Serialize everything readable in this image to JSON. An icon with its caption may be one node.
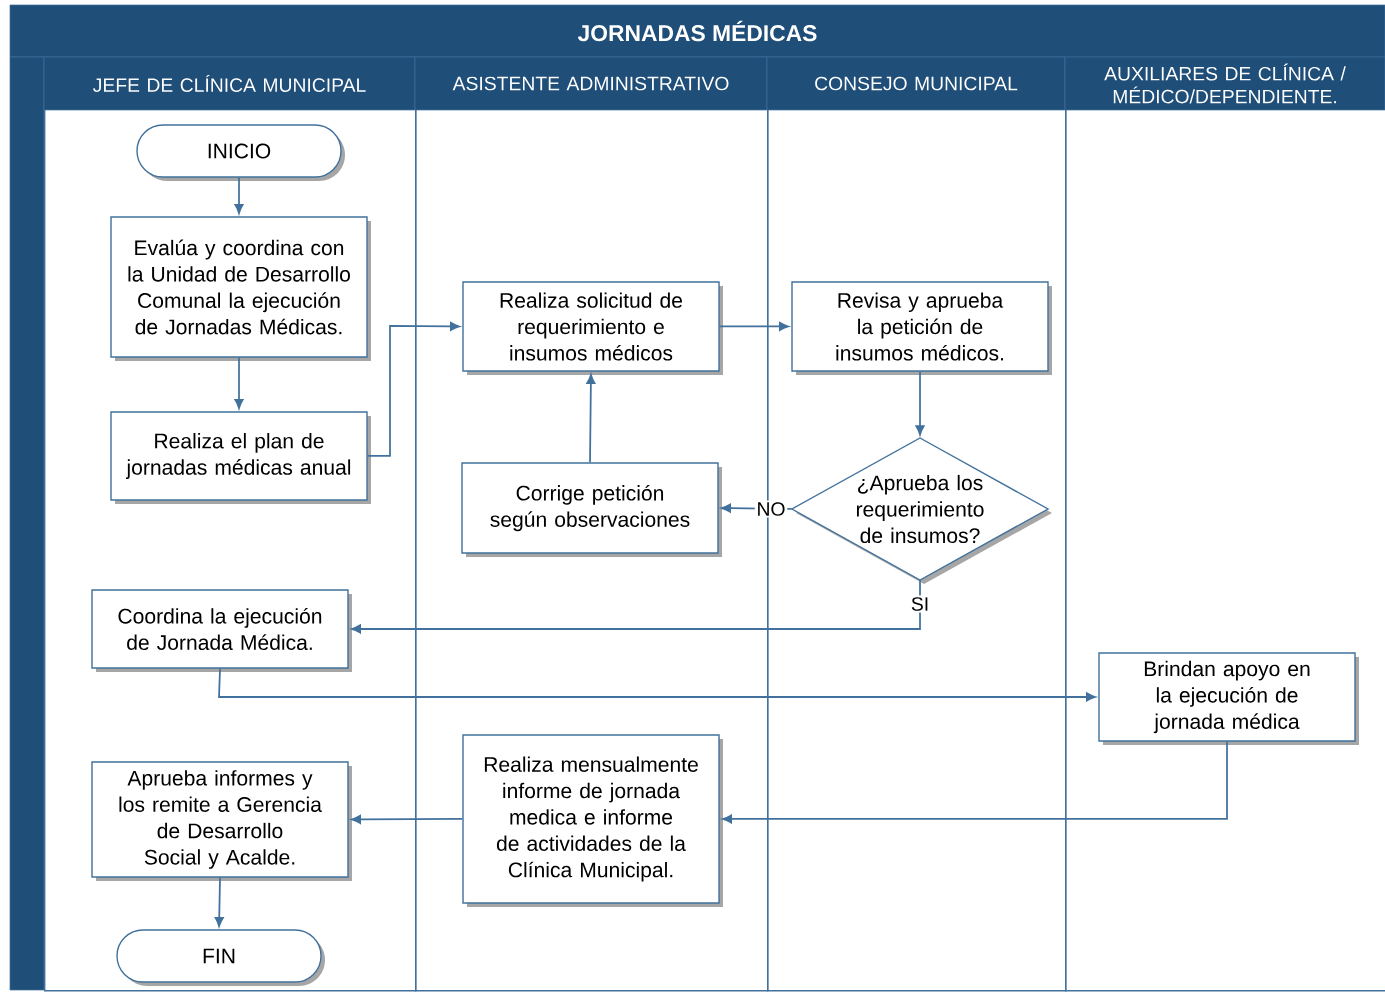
{
  "diagram": {
    "title": "JORNADAS MÉDICAS",
    "nodes": [
      {
        "text": [
          "JEFE DE CLÍNICA MUNICIPAL"
        ]
      },
      {
        "text": [
          "ASISTENTE ADMINISTRATIVO"
        ]
      },
      {
        "text": [
          "CONSEJO MUNICIPAL"
        ]
      },
      {
        "text": [
          "AUXILIARES DE CLÍNICA / MÉDICO/DEPENDIENTE."
        ]
      },
      {
        "text": [
          "INICIO"
        ],
        "in": 0
      },
      {
        "text": [
          "Evalúa y coordina con la Unidad de Desarrollo Comunal la ejecución de Jornadas Médicas."
        ],
        "in": 0
      },
      {
        "text": [
          "Realiza el plan de jornadas médicas anual"
        ],
        "in": 0
      },
      {
        "text": [
          "Realiza solicitud de requerimiento e insumos médicos"
        ],
        "in": 1
      },
      {
        "text": [
          "Corrige petición según observaciones"
        ],
        "in": 1
      },
      {
        "text": [
          "Revisa y aprueba la petición de insumos médicos."
        ],
        "in": 2
      },
      {
        "text": [
          "¿Aprueba los requerimiento de insumos?"
        ],
        "in": 2
      },
      {
        "text": [
          "Coordina la ejecución de Jornada Médica."
        ],
        "in": 0
      },
      {
        "text": [
          "Brindan apoyo en la ejecución de jornada médica"
        ],
        "in": 3
      },
      {
        "text": [
          "Aprueba informes y los remite a Gerencia de Desarrollo Social y Acalde."
        ],
        "in": 0
      },
      {
        "text": [
          "Realiza mensualmente informe de jornada medica e informe de actividades de la Clínica Municipal."
        ],
        "in": 1
      },
      {
        "text": [
          "FIN"
        ],
        "in": 0
      }
    ],
    "edges": [
      {
        "from": 4,
        "to": 5,
        "arrow": "to"
      },
      {
        "from": 5,
        "to": 6,
        "arrow": "to"
      },
      {
        "from": 6,
        "to": 7,
        "arrow": "to"
      },
      {
        "from": 7,
        "to": 9,
        "arrow": "to"
      },
      {
        "from": 9,
        "to": 10,
        "arrow": "to"
      },
      {
        "from": 10,
        "to": 8,
        "arrow": "to",
        "label": "NO"
      },
      {
        "from": 8,
        "to": 7,
        "arrow": "to"
      },
      {
        "from": 10,
        "to": 11,
        "arrow": "to",
        "label": "SI"
      },
      {
        "from": 11,
        "to": 12,
        "arrow": "to"
      },
      {
        "from": 12,
        "to": 14,
        "arrow": "to"
      },
      {
        "from": 14,
        "to": 13,
        "arrow": "to"
      },
      {
        "from": 13,
        "to": 15,
        "arrow": "to"
      }
    ]
  }
}
